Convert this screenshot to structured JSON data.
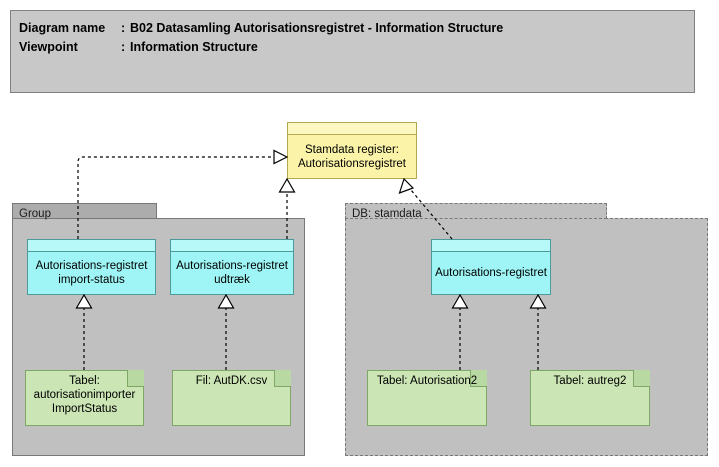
{
  "header": {
    "rows": [
      {
        "key": "Diagram name",
        "sep": ":",
        "value": "B02 Datasamling Autorisationsregistret - Information Structure"
      },
      {
        "key": "Viewpoint",
        "sep": ":",
        "value": "Information Structure"
      }
    ]
  },
  "diagram": {
    "type": "archimate-information-structure",
    "groups": [
      {
        "id": "group-left",
        "label": "Group",
        "border": "solid"
      },
      {
        "id": "group-db",
        "label": "DB: stamdata",
        "border": "dashed"
      }
    ],
    "nodes": [
      {
        "id": "stamdata-register",
        "label": "Stamdata register: Autorisationsregistret",
        "color": "#fbf4a8",
        "kind": "data-object"
      },
      {
        "id": "aut-import-status",
        "label": "Autorisations-registret import-status",
        "color": "#9ff5f5",
        "kind": "data-object"
      },
      {
        "id": "aut-udtraek",
        "label": "Autorisations-registret udtræk",
        "color": "#9ff5f5",
        "kind": "data-object"
      },
      {
        "id": "aut-registret",
        "label": "Autorisations-registret",
        "color": "#9ff5f5",
        "kind": "data-object"
      }
    ],
    "artifacts": [
      {
        "id": "tabel-importstatus",
        "label": "Tabel: autorisationimporter ImportStatus",
        "color": "#cbe5b5"
      },
      {
        "id": "fil-autdk",
        "label": "Fil: AutDK.csv",
        "color": "#cbe5b5"
      },
      {
        "id": "tabel-autorisation2",
        "label": "Tabel: Autorisation2",
        "color": "#cbe5b5"
      },
      {
        "id": "tabel-autreg2",
        "label": "Tabel: autreg2",
        "color": "#cbe5b5"
      }
    ],
    "connections": [
      {
        "from": "aut-import-status",
        "to": "stamdata-register",
        "style": "dotted",
        "arrow": "hollow-triangle"
      },
      {
        "from": "aut-udtraek",
        "to": "stamdata-register",
        "style": "dotted",
        "arrow": "hollow-triangle"
      },
      {
        "from": "aut-registret",
        "to": "stamdata-register",
        "style": "dotted",
        "arrow": "hollow-triangle"
      },
      {
        "from": "tabel-importstatus",
        "to": "aut-import-status",
        "style": "dotted",
        "arrow": "hollow-triangle"
      },
      {
        "from": "fil-autdk",
        "to": "aut-udtraek",
        "style": "dotted",
        "arrow": "hollow-triangle"
      },
      {
        "from": "tabel-autorisation2",
        "to": "aut-registret",
        "style": "dotted",
        "arrow": "hollow-triangle"
      },
      {
        "from": "tabel-autreg2",
        "to": "aut-registret",
        "style": "dotted",
        "arrow": "hollow-triangle"
      }
    ]
  },
  "colors": {
    "canvas": "#ffffff",
    "header_fill": "#c8c8c8",
    "group_fill": "#c0c0c0",
    "group_tab_fill": "#acacac",
    "node_cyan": "#9ff5f5",
    "node_yellow": "#fbf4a8",
    "artifact_green": "#cbe5b5",
    "stroke": "#787878"
  }
}
